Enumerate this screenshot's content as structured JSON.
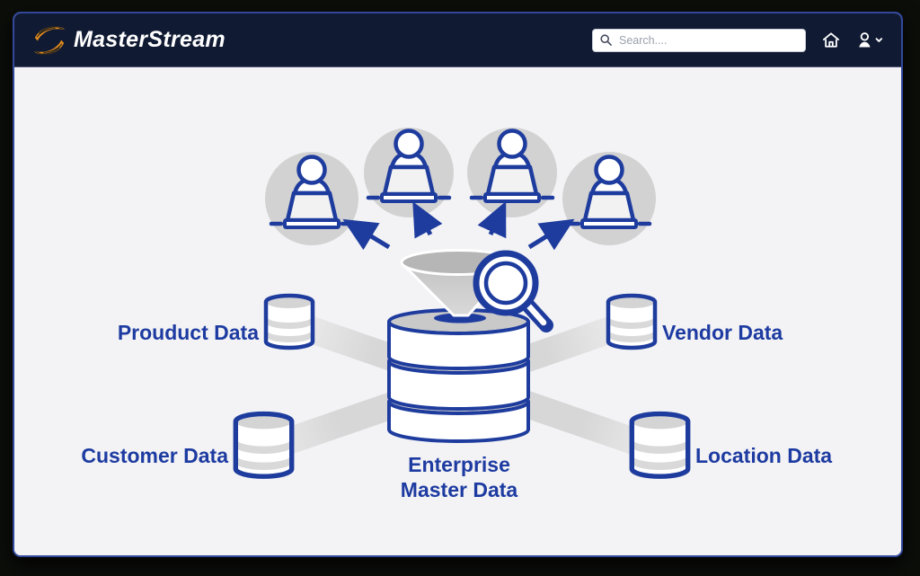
{
  "header": {
    "brand": "MasterStream",
    "search_placeholder": "Search....",
    "icons": {
      "search": "magnifier",
      "home": "house",
      "account": "person-with-chevron-down"
    }
  },
  "diagram": {
    "user_count": 4,
    "hub": {
      "label_line1": "Enterprise",
      "label_line2": "Master Data"
    },
    "sources": [
      {
        "label": "Prouduct Data",
        "position": "top-left"
      },
      {
        "label": "Vendor Data",
        "position": "top-right"
      },
      {
        "label": "Customer Data",
        "position": "bottom-left"
      },
      {
        "label": "Location Data",
        "position": "bottom-right"
      }
    ]
  },
  "colors": {
    "brand_blue": "#1e3c9e",
    "label_blue": "#1d3ba1",
    "header_navy": "#101a33",
    "accent_orange": "#e08b1d",
    "border_blue": "#32489c",
    "canvas_gray": "#f3f3f5",
    "circle_gray": "#d2d2d2",
    "beam_gray": "#d7d7d7"
  }
}
